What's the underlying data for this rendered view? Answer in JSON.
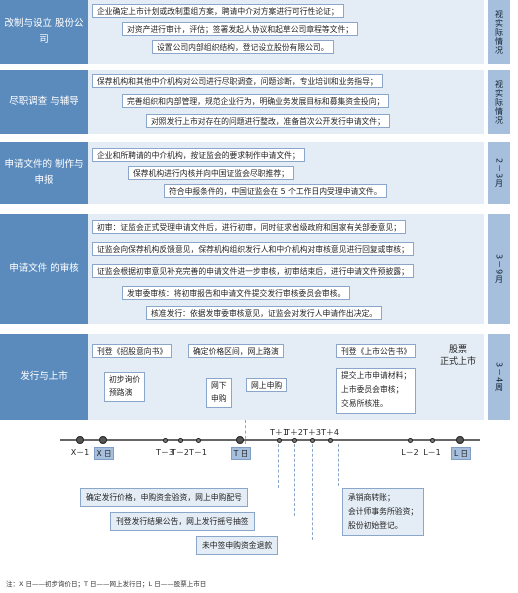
{
  "stages": [
    {
      "label": "改制与设立\n股份公司",
      "time": "视实际情况",
      "items": [
        "企业确定上市计划或改制重组方案，聘请中介对方案进行可行性论证；",
        "对资产进行审计，评估；签署发起人协议和起草公司章程等文件；",
        "设置公司内部组织结构，登记设立股份有限公司。"
      ]
    },
    {
      "label": "尽职调查\n与辅导",
      "time": "视实际情况",
      "items": [
        "保荐机构和其他中介机构对公司进行尽职调查，问题诊断，专业培训和业务指导；",
        "完善组织和内部管理，规范企业行为，明确业务发展目标和募集资金投向；",
        "对照发行上市对存在的问题进行整改，准备首次公开发行申请文件；"
      ]
    },
    {
      "label": "申请文件的\n制作与申报",
      "time": "2－3月",
      "items": [
        "企业和所聘请的中介机构，按证监会的要求制作申请文件；",
        "保荐机构进行内核并向中国证监会尽职推荐；",
        "符合申报条件的，中国证监会在 5 个工作日内受理申请文件。"
      ]
    },
    {
      "label": "申请文件\n的审核",
      "time": "3－9月",
      "items": [
        "初审：证监会正式受理申请文件后，进行初审，同时征求省级政府和国家有关部委意见；",
        "证监会向保荐机构反馈意见，保荐机构组织发行人和中介机构对审核意见进行回复或审核；",
        "证监会根据初审意见补充完善的申请文件进一步审核，初审结束后，进行申请文件预披露；",
        "发审委审核：将初审报告和申请文件提交发行审核委员会审核。",
        "核准发行：依据发审委审核意见，证监会对发行人申请作出决定。"
      ]
    },
    {
      "label": "发行与上市",
      "time": "3－4周",
      "items": [
        "刊登《招股意向书》",
        "确定价格区间，网上路演",
        "初步询价\n预路演",
        "网下\n申购",
        "网上申购",
        "刊登《上市公告书》",
        "提交上市申请材料；\n上市委员会审核；\n交易所核准。",
        "股票\n正式上市"
      ]
    }
  ],
  "timeline": [
    "X－1",
    "X 日",
    "T－3",
    "T－2",
    "T－1",
    "T 日",
    "T＋1",
    "T＋2",
    "T＋3",
    "T＋4",
    "L－2",
    "L－1",
    "L 日"
  ],
  "lower": [
    "确定发行价格，申购资金验资，网上申购配号",
    "刊登发行结果公告，网上发行摇号抽签",
    "未中签申购资金退款",
    "承销商转账；\n会计师事务所验资；\n股份初始登记。"
  ],
  "note": "注：X 日——初步询价日；T 日——网上发行日；L 日——股票上市日"
}
